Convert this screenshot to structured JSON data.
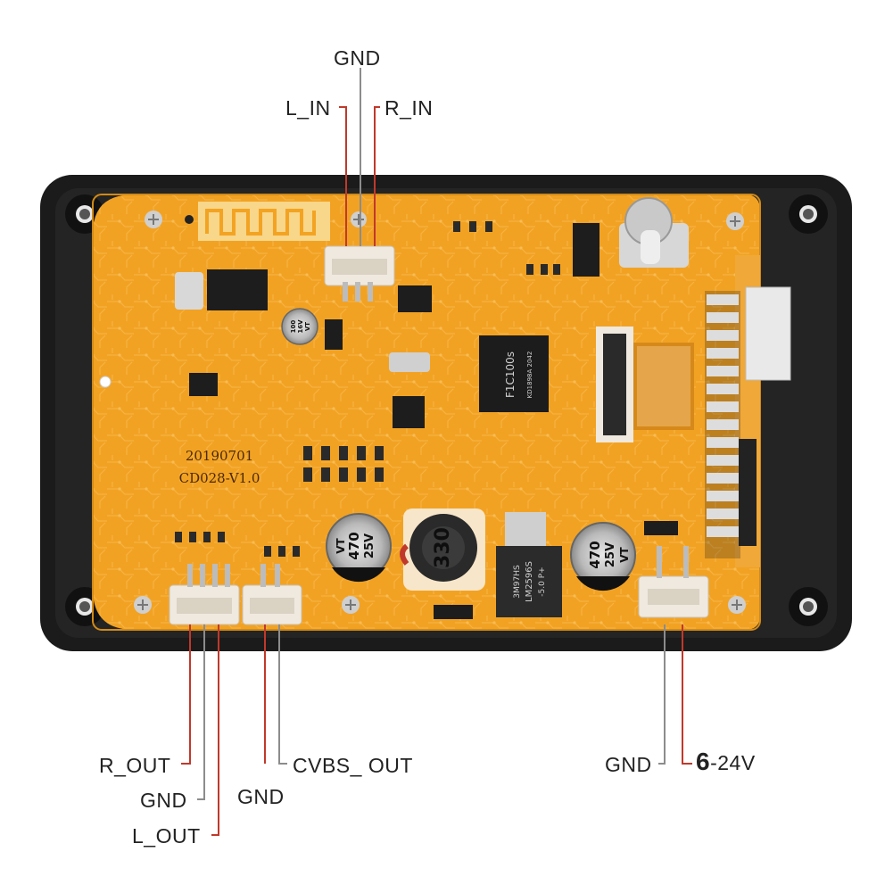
{
  "labels": {
    "gnd_top": "GND",
    "l_in": "L_IN",
    "r_in": "R_IN",
    "r_out": "R_OUT",
    "gnd_out_left": "GND",
    "l_out": "L_OUT",
    "gnd_cvbs": "GND",
    "cvbs_out": "CVBS_ OUT",
    "gnd_power": "GND",
    "power_prefix": "6",
    "power_suffix": "-24V"
  },
  "board": {
    "date_code": "20190701",
    "model": "CD028-V1.0",
    "main_chip": "F1C100s",
    "main_chip_sub": "KD1898A 2042",
    "regulator_line1": "LM2596S",
    "regulator_line2": "-5.0 P+",
    "regulator_line3": "3M97HS",
    "inductor": "330",
    "cap_left_value": "470",
    "cap_left_voltage": "25V",
    "cap_left_series": "VT",
    "cap_right_value": "470",
    "cap_right_voltage": "25V",
    "cap_right_series": "VT",
    "small_cap_value": "100",
    "small_cap_voltage": "16V",
    "small_cap_series": "VT"
  },
  "colors": {
    "pcb": "#f3a322",
    "pcb_dark": "#d98b12",
    "trace": "#f8bb4a",
    "case": "#1c1c1c",
    "connector": "#efe9df",
    "wire": "#b5372a",
    "chip": "#222222"
  }
}
